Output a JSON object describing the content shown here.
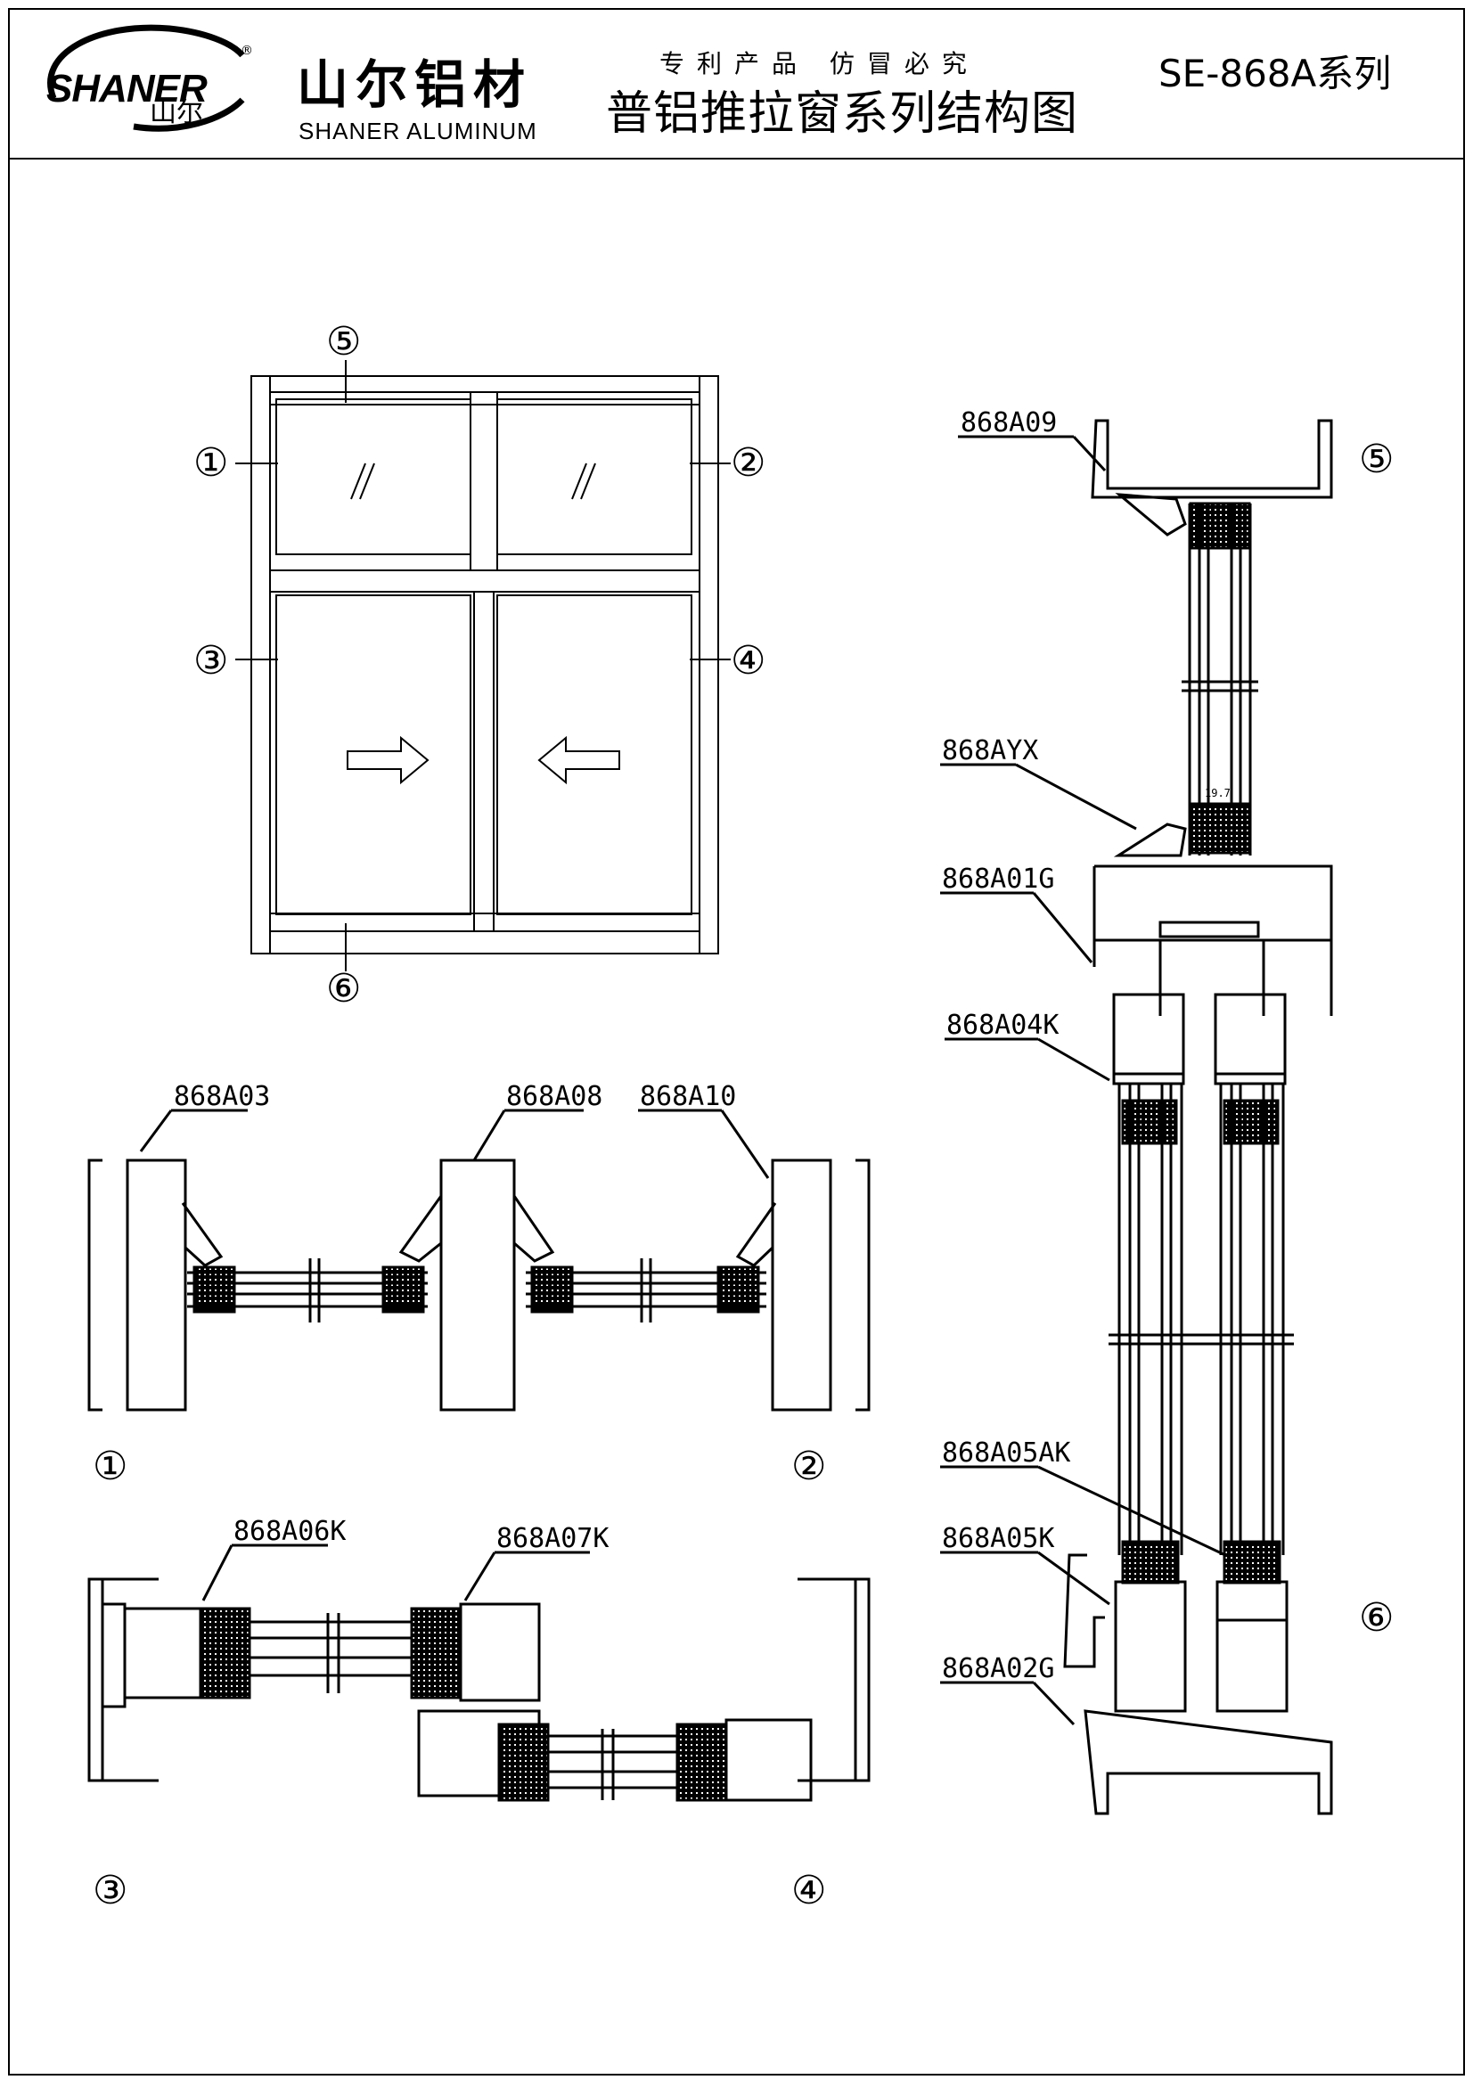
{
  "header": {
    "logo_word": "SHANER",
    "logo_registered": "®",
    "logo_cn": "山尔",
    "brand_cn": "山尔铝材",
    "brand_en": "SHANER ALUMINUM",
    "patent_notice": "专利产品  仿冒必究",
    "title": "普铝推拉窗系列结构图",
    "series": "SE-868A系列"
  },
  "elevation": {
    "markers": [
      "⑤",
      "①",
      "②",
      "③",
      "④",
      "⑥"
    ]
  },
  "section_labels": {
    "s1": "①",
    "s2": "②",
    "s3": "③",
    "s4": "④",
    "s5": "⑤",
    "s6": "⑥"
  },
  "parts": {
    "a09": "868A09",
    "ayx": "868AYX",
    "a01g": "868A01G",
    "a04k": "868A04K",
    "a05ak": "868A05AK",
    "a05k": "868A05K",
    "a02g": "868A02G",
    "a03": "868A03",
    "a08": "868A08",
    "a10": "868A10",
    "a06k": "868A06K",
    "a07k": "868A07K"
  },
  "dimension_note": "19.7"
}
